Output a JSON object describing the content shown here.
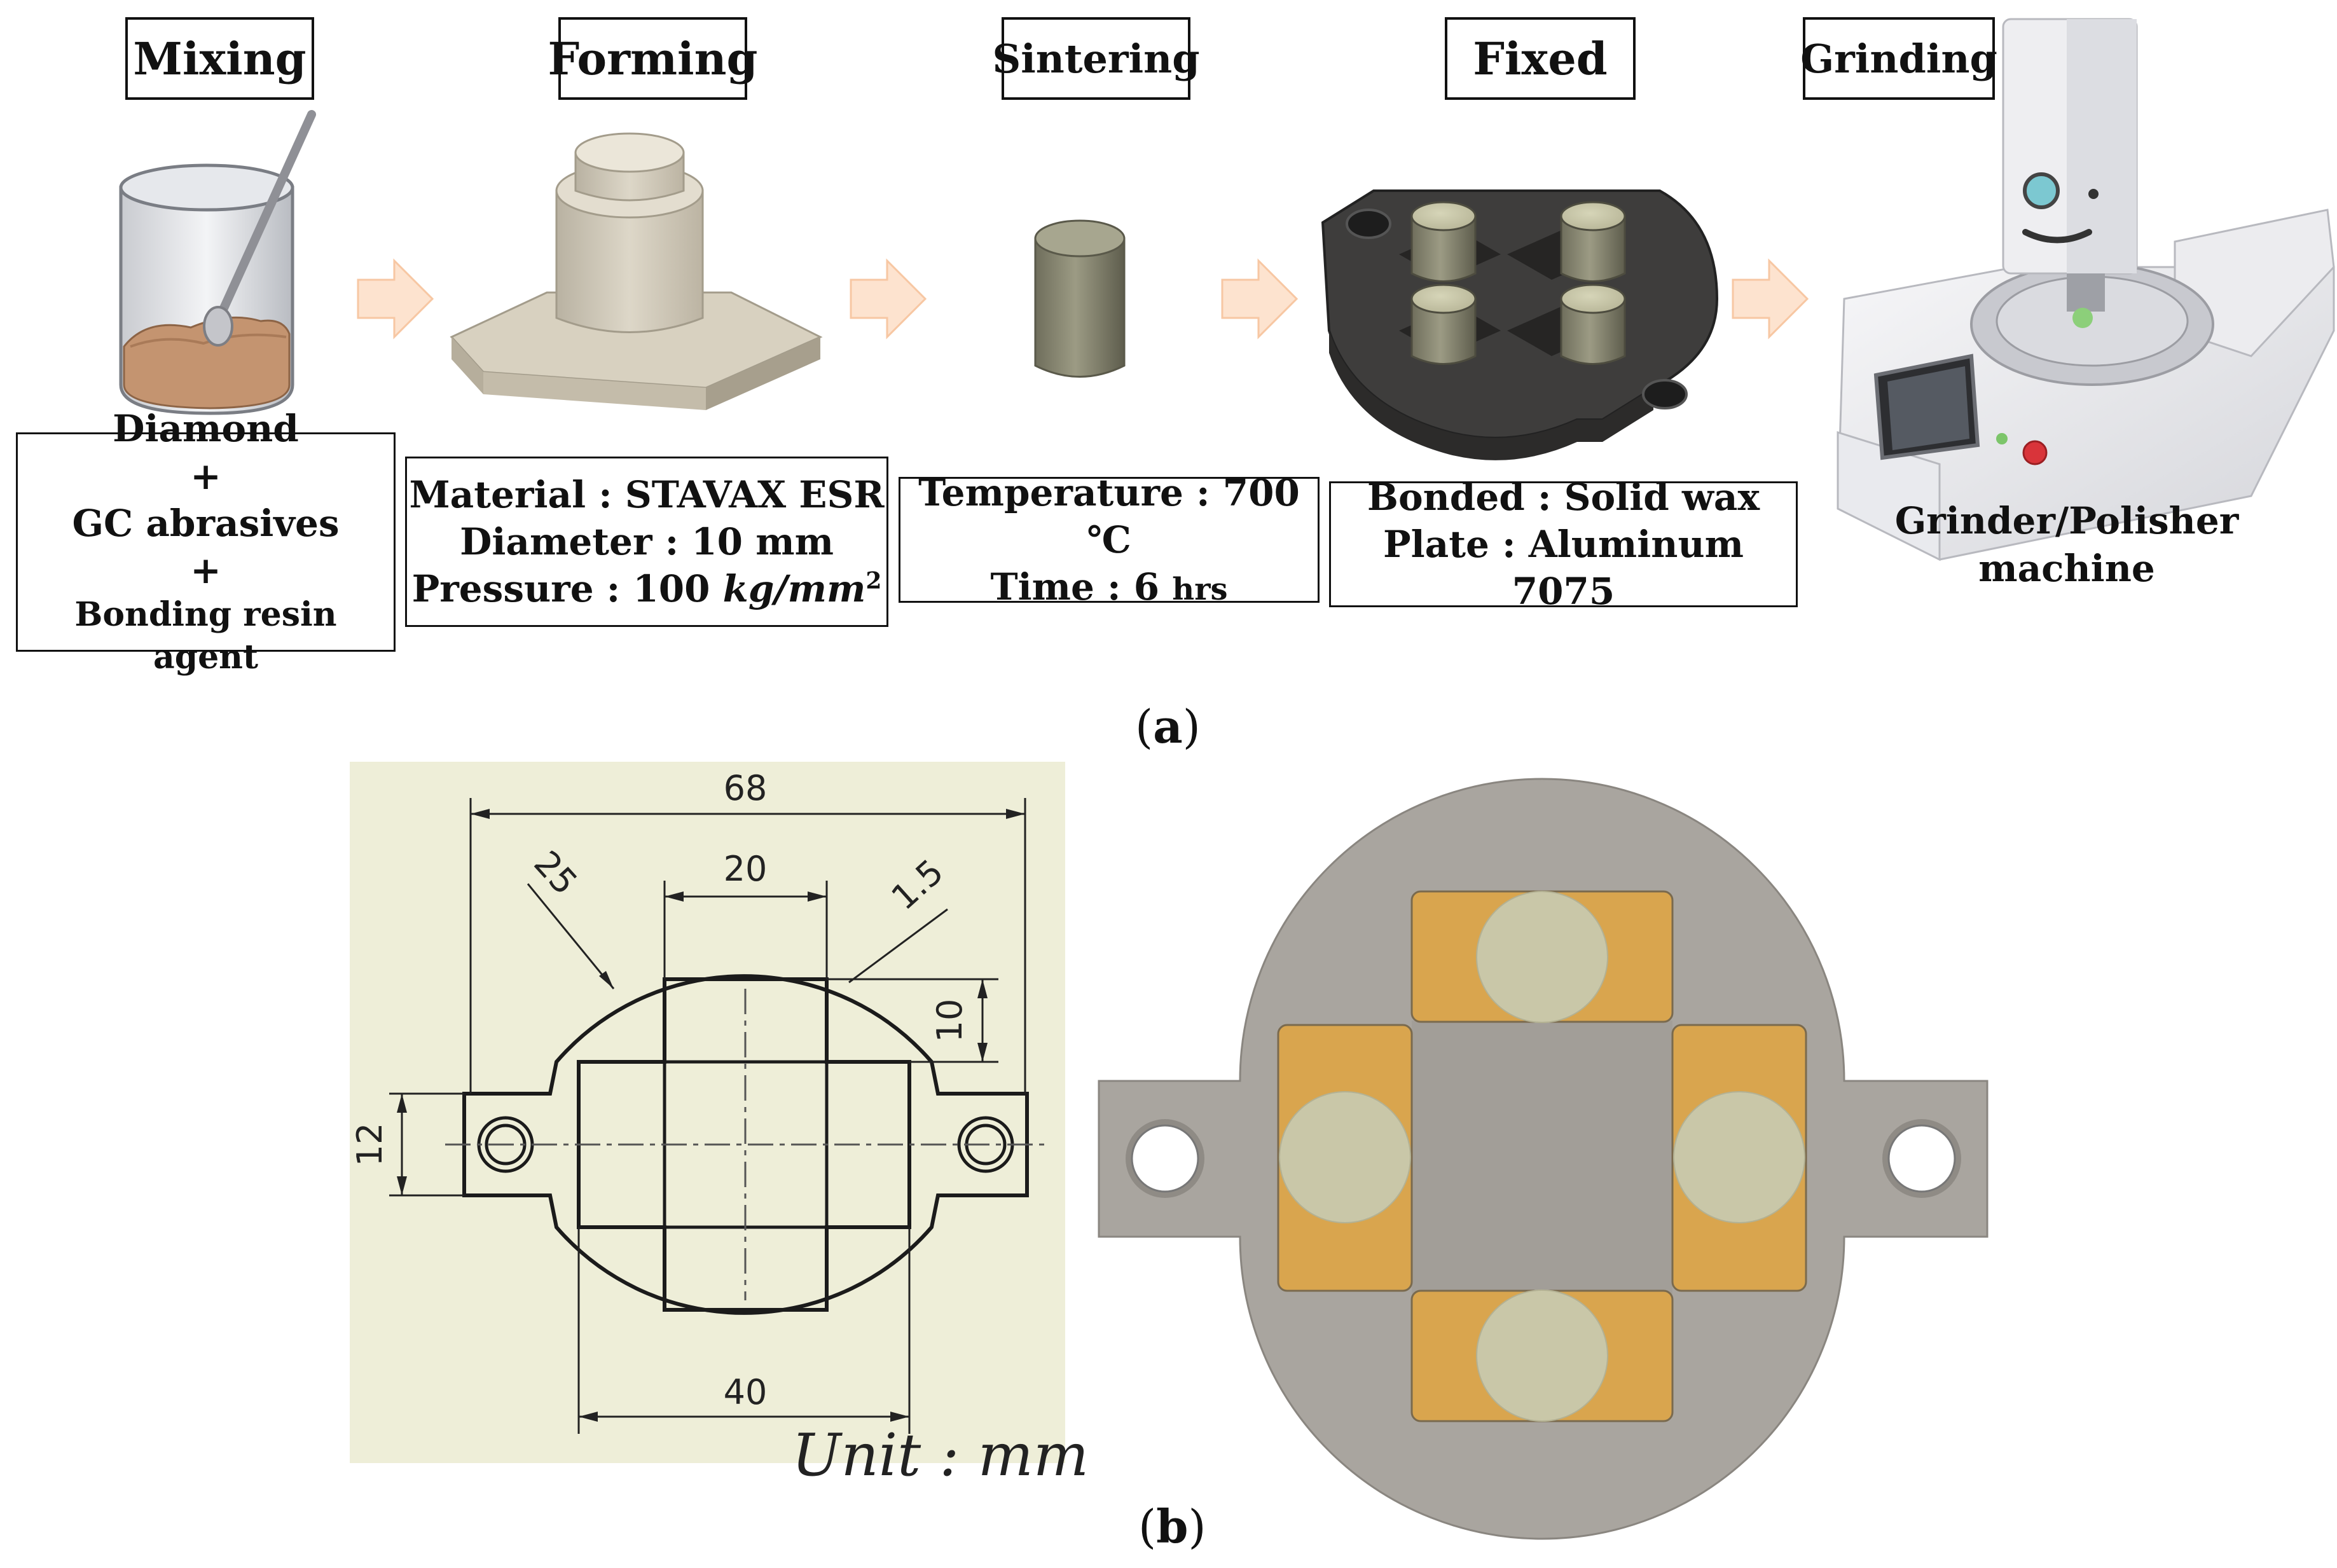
{
  "panel_a": {
    "caption_open": "(",
    "caption_letter": "a",
    "caption_close": ")",
    "steps": [
      {
        "title": "Mixing",
        "lines": [
          "Diamond",
          "+",
          "GC abrasives",
          "+",
          "Bonding resin agent"
        ]
      },
      {
        "title": "Forming",
        "lines": [
          "Material : STAVAX ESR",
          "Diameter : 10 mm"
        ],
        "pressure_label": "Pressure : 100 ",
        "pressure_unit": "kg/mm",
        "pressure_exp": "2"
      },
      {
        "title": "Sintering",
        "temperature": "Temperature : 700 ℃",
        "time_label": "Time : 6 ",
        "time_unit": "hrs"
      },
      {
        "title": "Fixed",
        "lines": [
          "Bonded : Solid wax",
          "Plate : Aluminum 7075"
        ]
      },
      {
        "title": "Grinding",
        "lines": [
          "Grinder/Polisher",
          "machine"
        ]
      }
    ]
  },
  "panel_b": {
    "caption_open": "(",
    "caption_letter": "b",
    "caption_close": ")",
    "dimensions": {
      "overall_width": "68",
      "radius": "25",
      "center_width": "20",
      "corner": "1.5",
      "pocket_depth": "10",
      "tab_height": "12",
      "bottom_width": "40"
    },
    "unit_label": "Unit : mm"
  },
  "colors": {
    "arrow": "#fde3cf",
    "drawing_background": "#eeeed8",
    "plate_grey": "#a9a59f",
    "pocket_orange": "#d9a54e",
    "pellet": "#c9c7a8"
  }
}
